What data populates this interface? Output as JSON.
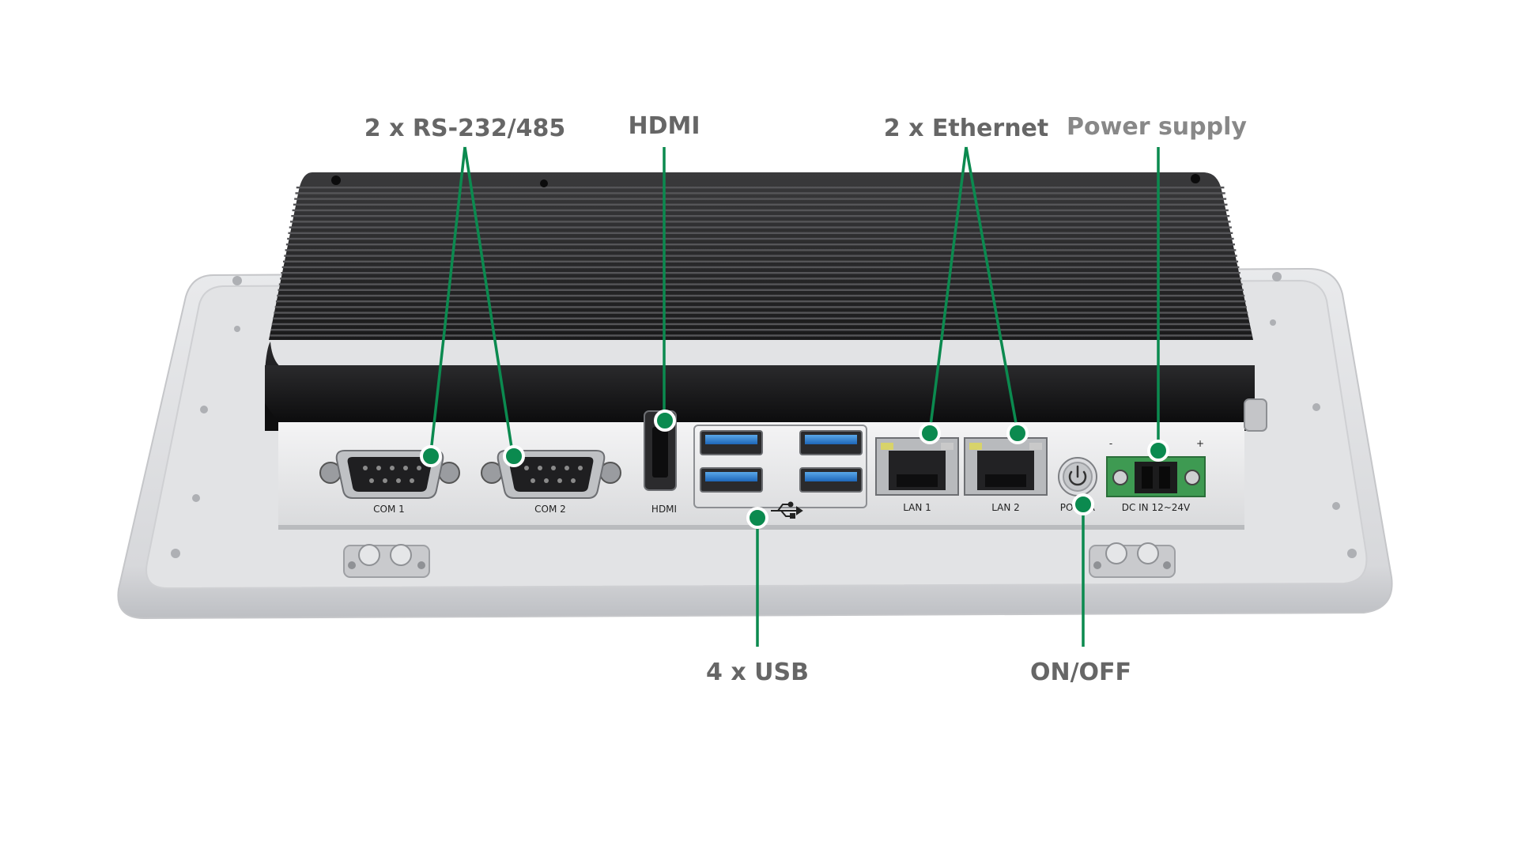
{
  "accent_color": "#0b8a4f",
  "callouts": {
    "rs232": "2 x RS-232/485",
    "hdmi": "HDMI",
    "ethernet": "2 x Ethernet",
    "power_supply": "Power supply",
    "usb": "4 x USB",
    "onoff": "ON/OFF"
  },
  "port_labels": {
    "com1": "COM 1",
    "com2": "COM 2",
    "hdmi": "HDMI",
    "lan1": "LAN 1",
    "lan2": "LAN 2",
    "power": "POWER",
    "dc_in": "DC IN 12~24V",
    "minus": "-",
    "plus": "+"
  },
  "icons": {
    "usb": "usb-icon",
    "power": "power-button-icon"
  }
}
